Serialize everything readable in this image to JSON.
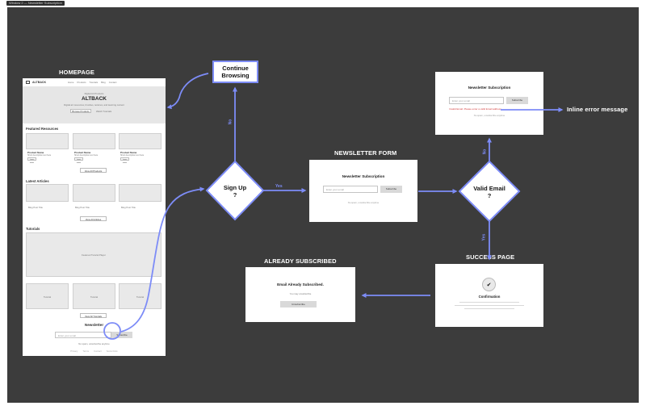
{
  "frame_tag": "Window 2 — Newsletter Subscription",
  "labels": {
    "homepage": "HOMEPAGE",
    "newsletter_form": "NEWSLETTER FORM",
    "already_subscribed": "ALREADY SUBSCRIBED",
    "success_page": "SUCCESS PAGE",
    "inline_error": "Inline error message"
  },
  "nodes": {
    "continue_browsing": "Continue\nBrowsing",
    "sign_up": "Sign Up\n?",
    "valid_email": "Valid Email\n?"
  },
  "edges": {
    "signup_no": "No",
    "signup_yes": "Yes",
    "valid_no": "No",
    "valid_yes": "Yes"
  },
  "homepage": {
    "logo": "ALTBACK",
    "nav": [
      "Home",
      "Products",
      "Tutorials",
      "Blog",
      "Contact"
    ],
    "hero_kicker": "Digital Art Products",
    "hero_title": "ALTBACK",
    "hero_sub": "Digital art resources, brushes, textures, and learning content",
    "hero_btn1": "Browse Products",
    "hero_btn2": "Watch Tutorials",
    "featured_title": "Featured Resources",
    "products": [
      {
        "name": "Product Name",
        "desc": "Short description text here",
        "btn": "Learn more"
      },
      {
        "name": "Product Name",
        "desc": "Short description text here",
        "btn": "Learn more"
      },
      {
        "name": "Product Name",
        "desc": "Short description text here",
        "btn": "Learn more"
      }
    ],
    "view_products": "View All Products",
    "articles_title": "Latest Articles",
    "articles": [
      "Blog Post Title",
      "Blog Post Title",
      "Blog Post Title"
    ],
    "view_articles": "View All Articles",
    "tutorials_title": "Tutorials",
    "featured_tutorial": "Featured Tutorial Player",
    "tutorials": [
      "Tutorial",
      "Tutorial",
      "Tutorial"
    ],
    "view_tutorials": "View All Tutorials",
    "newsletter_title": "Newsletter",
    "email_placeholder": "Enter your email",
    "subscribe": "Subscribe",
    "privacy": "No spam, unsubscribe anytime",
    "footer": [
      "Privacy",
      "Terms",
      "Contact",
      "Social links"
    ]
  },
  "newsletter_form": {
    "title": "Newsletter Subscription",
    "placeholder": "Enter your email",
    "subscribe": "Subscribe",
    "note": "No spam, unsubscribe anytime"
  },
  "error_form": {
    "title": "Newsletter Subscription",
    "placeholder": "Enter your email",
    "subscribe": "Subscribe",
    "error": "Invalid Email. Please enter a valid Email address.",
    "note": "No spam, unsubscribe anytime"
  },
  "already": {
    "title": "Email Already Subscribed.",
    "sub": "You may unsubscribe",
    "btn": "Unsubscribe"
  },
  "success": {
    "check": "✔",
    "title": "Confirmation"
  },
  "colors": {
    "canvas": "#3c3c3c",
    "accent": "#7d8cf7"
  }
}
